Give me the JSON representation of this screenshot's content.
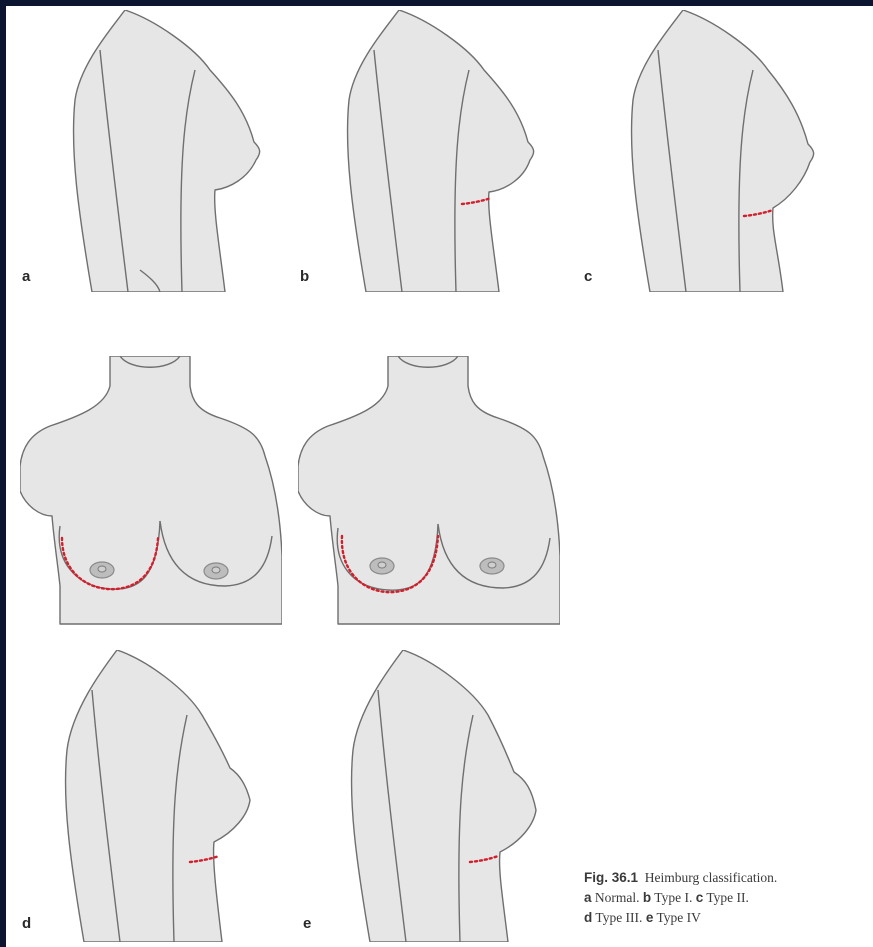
{
  "panels": [
    {
      "label": "a"
    },
    {
      "label": "b"
    },
    {
      "label": "c"
    },
    {
      "label": "d"
    },
    {
      "label": "e"
    }
  ],
  "caption": {
    "fig_number": "Fig. 36.1",
    "title": "Heimburg classification.",
    "items": [
      {
        "letter": "a",
        "text": "Normal."
      },
      {
        "letter": "b",
        "text": "Type I."
      },
      {
        "letter": "c",
        "text": "Type II."
      },
      {
        "letter": "d",
        "text": "Type III."
      },
      {
        "letter": "e",
        "text": "Type IV"
      }
    ]
  },
  "colors": {
    "frame": "#0b1530",
    "skin": "#e6e6e6",
    "outline": "#6f6f6f",
    "incision_dots": "#d21f2b"
  }
}
